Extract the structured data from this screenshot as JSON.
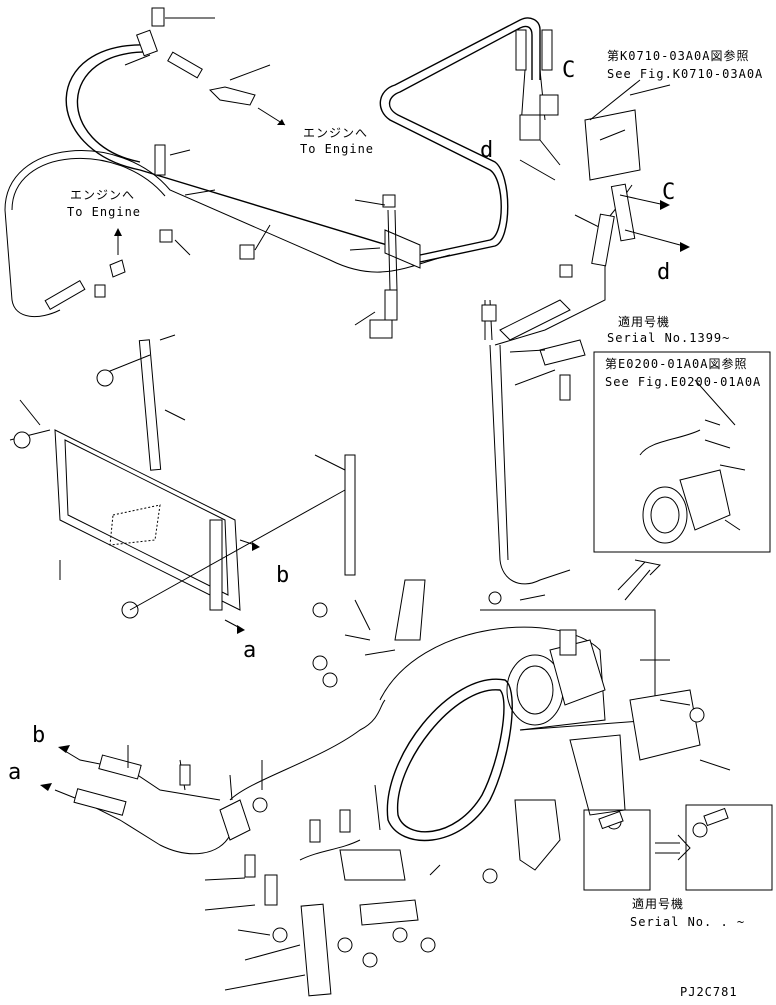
{
  "references": {
    "ref_k": {
      "jp": "第K0710-03A0A図参照",
      "en": "See Fig.K0710-03A0A"
    },
    "ref_e": {
      "jp": "第E0200-01A0A図参照",
      "en": "See Fig.E0200-01A0A"
    }
  },
  "to_engine_1": {
    "jp": "エンジンへ",
    "en": "To Engine"
  },
  "to_engine_2": {
    "jp": "エンジンへ",
    "en": "To Engine"
  },
  "serial_1": {
    "jp": "適用号機",
    "en": "Serial No.1399~"
  },
  "serial_2": {
    "jp": "適用号機",
    "en": "Serial No.  .  ~"
  },
  "letters": {
    "c_top": "C",
    "c_mid": "C",
    "d_left": "d",
    "d_right": "d",
    "b_radiator": "b",
    "a_radiator": "a",
    "b_hose": "b",
    "a_hose": "a"
  },
  "drawing_code": "PJ2C781"
}
